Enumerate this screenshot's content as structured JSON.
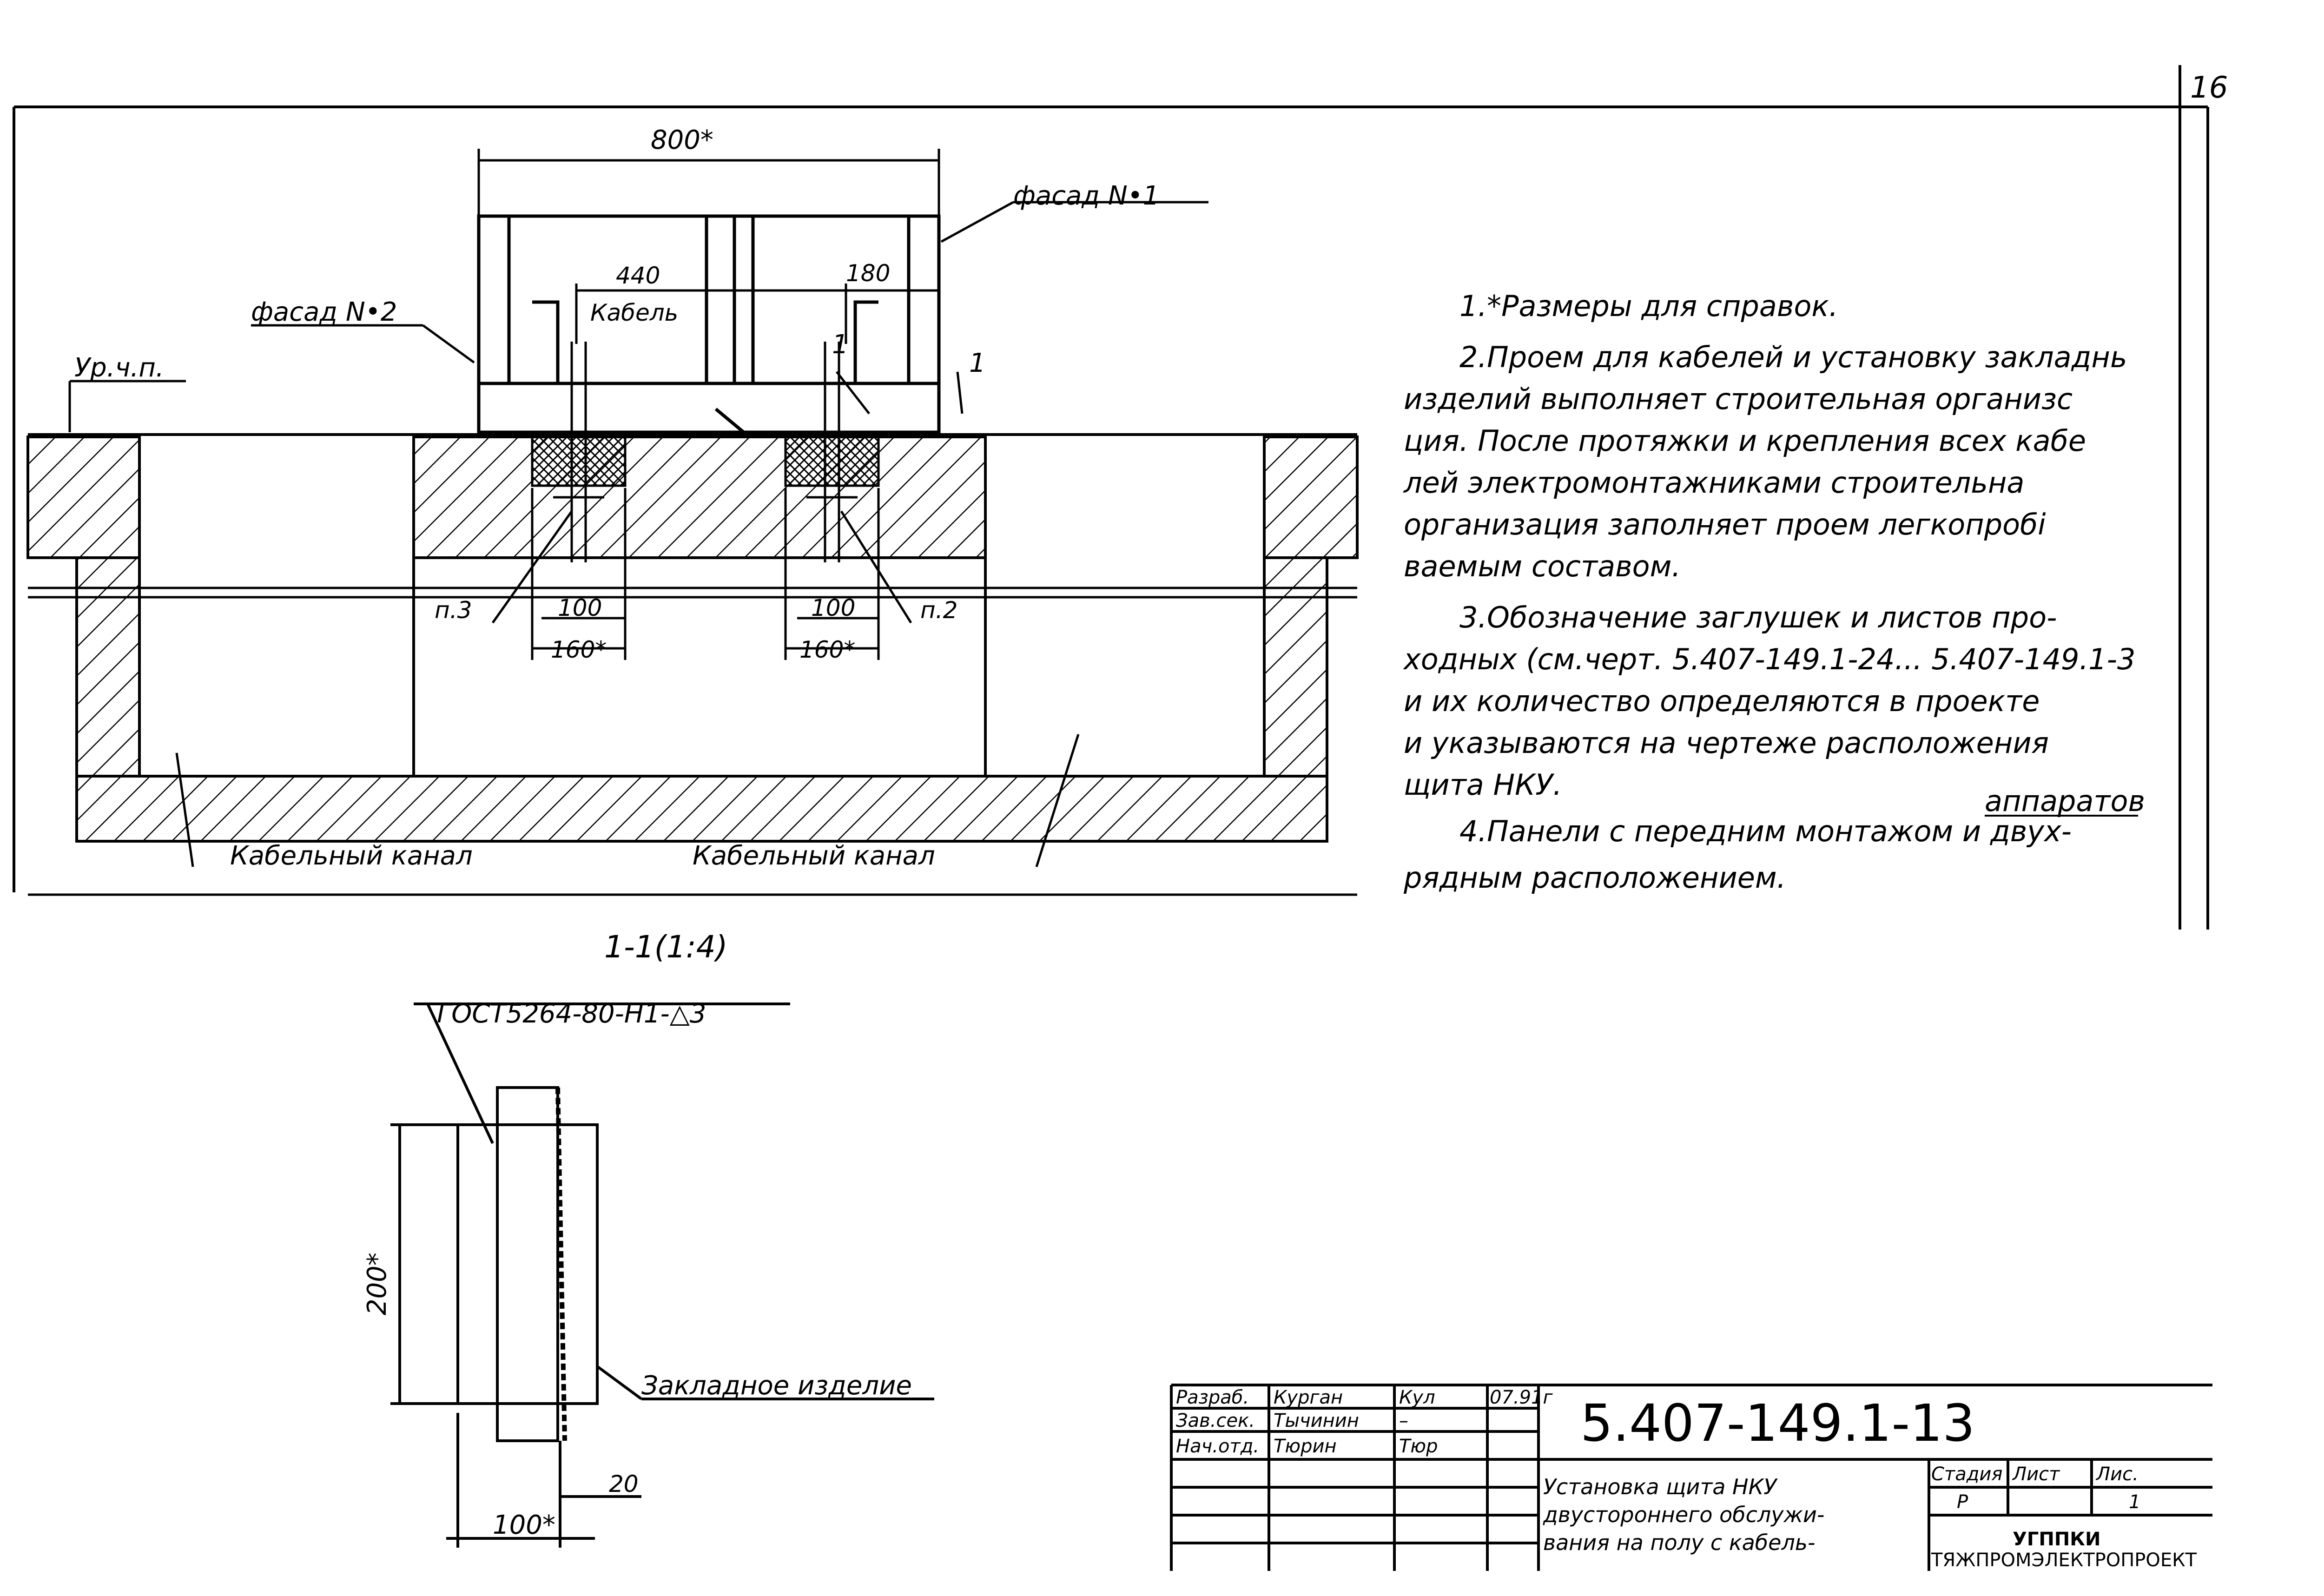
{
  "sheet": {
    "number": "16"
  },
  "labels": {
    "dim_800": "800*",
    "dim_440": "440",
    "dim_180": "180",
    "facade1": "фасад N•1",
    "facade2": "фасад N•2",
    "cable": "Кабель",
    "floor_level": "Ур.ч.п.",
    "section_mark_left": "1",
    "section_mark_right": "1",
    "p3": "п.3",
    "p2": "п.2",
    "dim_100_left": "100",
    "dim_160_left": "160*",
    "dim_100_right": "100",
    "dim_160_right": "160*",
    "canal_left": "Кабельный канал",
    "canal_right": "Кабельный канал"
  },
  "notes": [
    "1.*Размеры для справок.",
    "2.Проем для кабелей и установку закладнь",
    "изделий выполняет строительная организс",
    "ция. После протяжки и крепления всех кабе",
    "лей электромонтажниками строительна",
    "организация заполняет проем легкопробі",
    "ваемым составом.",
    "3.Обозначение заглушек и листов про-",
    "ходных (см.черт. 5.407-149.1-24... 5.407-149.1-3",
    "и их количество определяются в проекте",
    "и указываются на чертеже расположения",
    "щита НКУ.",
    "4.Панели с передним монтажом и двух-",
    "рядным расположением."
  ],
  "notes_insert": "аппаратов",
  "section": {
    "title": "1-1(1:4)",
    "weld": "ГОСТ5264-80-Н1-△3",
    "dim_200": "200*",
    "dim_100": "100*",
    "dim_20": "20",
    "embedded": "Закладное изделие"
  },
  "title_block": {
    "rows": [
      {
        "role": "Разраб.",
        "name": "Курган",
        "sign": "Кул",
        "date": "07.91г"
      },
      {
        "role": "Зав.сек.",
        "name": "Тычинин",
        "sign": "–",
        "date": ""
      },
      {
        "role": "Нач.отд.",
        "name": "Тюрин",
        "sign": "Тюр",
        "date": ""
      }
    ],
    "doc_number": "5.407-149.1-13",
    "title_lines": [
      "Установка щита НКУ",
      "двустороннего обслужи-",
      "вания на полу с кабель-"
    ],
    "stage_label": "Стадия",
    "sheet_label": "Лист",
    "sheets_label": "Лис.",
    "stage": "Р",
    "sheets": "1",
    "org1": "УГППКИ",
    "org2": "ТЯЖПРОМЭЛЕКТРОПРОЕКТ"
  }
}
